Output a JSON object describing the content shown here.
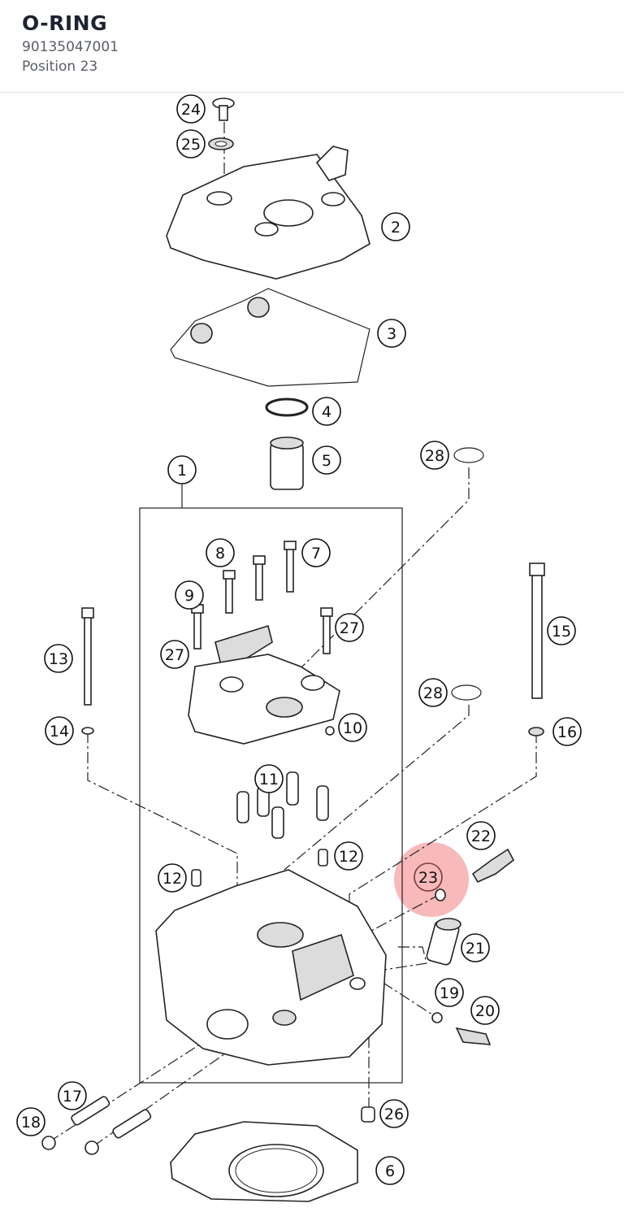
{
  "header": {
    "title": "O-RING",
    "part_number": "90135047001",
    "position": "Position 23"
  },
  "diagram": {
    "highlight_color": "#f08080",
    "highlighted_position": "23",
    "callouts": [
      {
        "id": "c24",
        "label": "24"
      },
      {
        "id": "c25",
        "label": "25"
      },
      {
        "id": "c2",
        "label": "2"
      },
      {
        "id": "c3",
        "label": "3"
      },
      {
        "id": "c4",
        "label": "4"
      },
      {
        "id": "c5",
        "label": "5"
      },
      {
        "id": "c1",
        "label": "1"
      },
      {
        "id": "c28a",
        "label": "28"
      },
      {
        "id": "c8",
        "label": "8"
      },
      {
        "id": "c7",
        "label": "7"
      },
      {
        "id": "c9",
        "label": "9"
      },
      {
        "id": "c27a",
        "label": "27"
      },
      {
        "id": "c27b",
        "label": "27"
      },
      {
        "id": "c13",
        "label": "13"
      },
      {
        "id": "c15",
        "label": "15"
      },
      {
        "id": "c28b",
        "label": "28"
      },
      {
        "id": "c14",
        "label": "14"
      },
      {
        "id": "c10",
        "label": "10"
      },
      {
        "id": "c16",
        "label": "16"
      },
      {
        "id": "c11",
        "label": "11"
      },
      {
        "id": "c22",
        "label": "22"
      },
      {
        "id": "c12a",
        "label": "12"
      },
      {
        "id": "c12b",
        "label": "12"
      },
      {
        "id": "c23",
        "label": "23"
      },
      {
        "id": "c21",
        "label": "21"
      },
      {
        "id": "c19",
        "label": "19"
      },
      {
        "id": "c20",
        "label": "20"
      },
      {
        "id": "c17",
        "label": "17"
      },
      {
        "id": "c18",
        "label": "18"
      },
      {
        "id": "c26",
        "label": "26"
      },
      {
        "id": "c6",
        "label": "6"
      }
    ]
  }
}
